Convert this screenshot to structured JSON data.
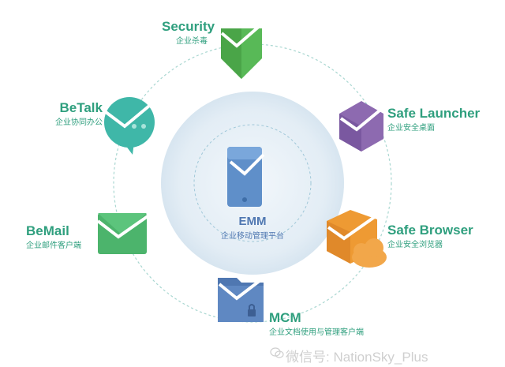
{
  "center": {
    "title": "EMM",
    "subtitle": "企业移动管理平台"
  },
  "modules": {
    "security": {
      "title": "Security",
      "subtitle": "企业杀毒"
    },
    "betalk": {
      "title": "BeTalk",
      "subtitle": "企业协同办公"
    },
    "bemail": {
      "title": "BeMail",
      "subtitle": "企业邮件客户端"
    },
    "launcher": {
      "title": "Safe Launcher",
      "subtitle": "企业安全桌面"
    },
    "browser": {
      "title": "Safe Browser",
      "subtitle": "企业安全浏览器"
    },
    "mcm": {
      "title": "MCM",
      "subtitle": "企业文档使用与管理客户端"
    }
  },
  "watermark": "微信号: NationSky_Plus",
  "colors": {
    "security": "#58b957",
    "betalk": "#3fb7a8",
    "bemail": "#4cb46c",
    "launcher": "#8d6ab0",
    "browser": "#ee9a33",
    "mcm": "#4f77b1",
    "center": "#5f8fc9",
    "label_text": "#2f9f7e"
  }
}
